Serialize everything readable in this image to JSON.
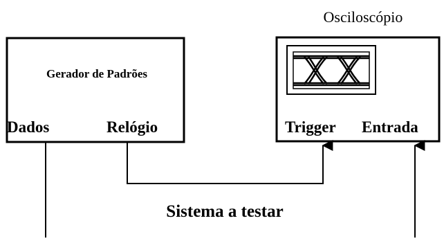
{
  "generator": {
    "title": "Gerador de Padrões",
    "data_label": "Dados",
    "clock_label": "Relógio"
  },
  "oscilloscope": {
    "title": "Osciloscópio",
    "trigger_label": "Trigger",
    "input_label": "Entrada"
  },
  "system_label": "Sistema a testar"
}
